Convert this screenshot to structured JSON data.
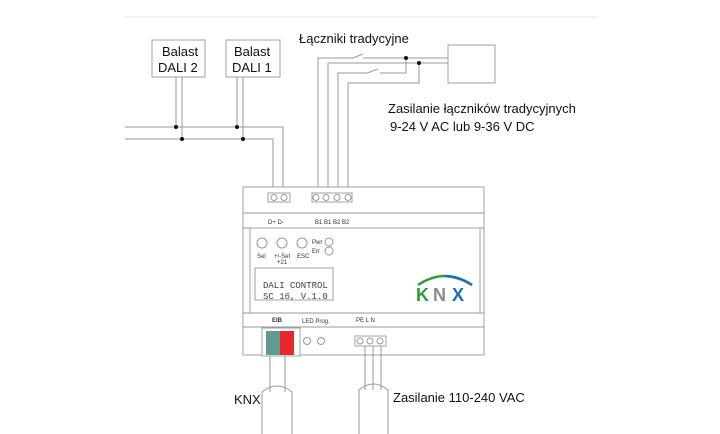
{
  "ballasts": [
    {
      "line1": "Balast",
      "line2": "DALI 2"
    },
    {
      "line1": "Balast",
      "line2": "DALI 1"
    }
  ],
  "switches_label": "Łączniki tradycyjne",
  "switch_supply": {
    "line1": "Zasilanie łączników tradycyjnych",
    "line2": "9-24 V AC lub  9-36 V DC"
  },
  "device": {
    "top_terminal_labels": {
      "dali": "D+  D-",
      "inputs": "B1  B1  B2  B2"
    },
    "buttons": [
      "Sel",
      "+/-Set",
      "ESC"
    ],
    "button_sub": "+21",
    "leds": [
      "Pwr",
      "Err"
    ],
    "display": {
      "line1": "DALI CONTROL",
      "line2": "SC 16, V.1.0"
    },
    "logo": "KNX",
    "bottom_labels": {
      "bus": "EIB",
      "led_prog": "LED  Prog.",
      "power": "PE  L  N"
    },
    "connector_colors": {
      "left": "#5f9a93",
      "right": "#e8262b"
    },
    "logo_colors": {
      "k": "#2e9b3a",
      "n": "#8a8a8a",
      "x": "#1e6db5"
    }
  },
  "cables": {
    "knx": "KNX",
    "power": "Zasilanie  110-240 VAC"
  }
}
